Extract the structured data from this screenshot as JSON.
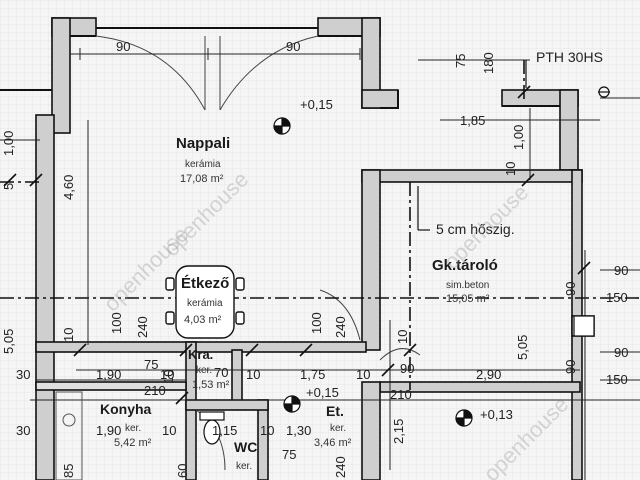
{
  "rooms": {
    "nappali": {
      "name": "Nappali",
      "material": "kerámia",
      "area": "17,08 m²"
    },
    "etkezo": {
      "name": "Étkező",
      "material": "kerámia",
      "area": "4,03 m²"
    },
    "gktarolo": {
      "name": "Gk.tároló",
      "material": "sim.beton",
      "area": "15,05 m²"
    },
    "konyha": {
      "name": "Konyha",
      "material": "ker.",
      "area": "5,42 m²"
    },
    "kamra": {
      "name": "Kra.",
      "material": "ker.",
      "area": "1,53 m²"
    },
    "eloter": {
      "name": "Et.",
      "material": "ker.",
      "area": "3,46 m²"
    },
    "wc": {
      "name": "WC",
      "material": "ker."
    }
  },
  "levels": {
    "nappali": "+0,15",
    "eloter": "+0,15",
    "garage": "+0,13"
  },
  "notes": {
    "insulation": "5 cm hőszig.",
    "lintel": "PTH 30HS"
  },
  "dimensions": {
    "top_90_left": "90",
    "top_90_right": "90",
    "v_75": "75",
    "v_180": "180",
    "h_185": "1,85",
    "v_100_right": "1,00",
    "v_10_right": "10",
    "v_100_left": "1,00",
    "v_5_left": "5",
    "v_460": "4,60",
    "right_90a": "90",
    "right_150a": "150",
    "right_90b": "90",
    "right_150b": "150",
    "v_90_garage": "90",
    "v_90_garage_b": "90",
    "v_505_left": "5,05",
    "v_505_right": "5,05",
    "v_10_a": "10",
    "v_100_a": "100",
    "v_240_a": "240",
    "v_100_b": "100",
    "v_240_b": "240",
    "v_10_b": "10",
    "v_10_c": "10",
    "h_75": "75",
    "h_30_a": "30",
    "h_190": "1,90",
    "h_10_a": "10",
    "h_70": "70",
    "h_10_b": "10",
    "h_175": "1,75",
    "h_10_c": "10",
    "h_90": "90",
    "h_290": "2,90",
    "h_210_a": "210",
    "h_210_b": "210",
    "h_30_b": "30",
    "h_190_b": "1,90",
    "h_10_d": "10",
    "h_115": "1,15",
    "h_10_e": "10",
    "h_130": "1,30",
    "h_75_b": "75",
    "v_215": "2,15",
    "v_85": "85",
    "v_240_c": "240",
    "v_60": "60"
  },
  "watermark": "openhouse"
}
